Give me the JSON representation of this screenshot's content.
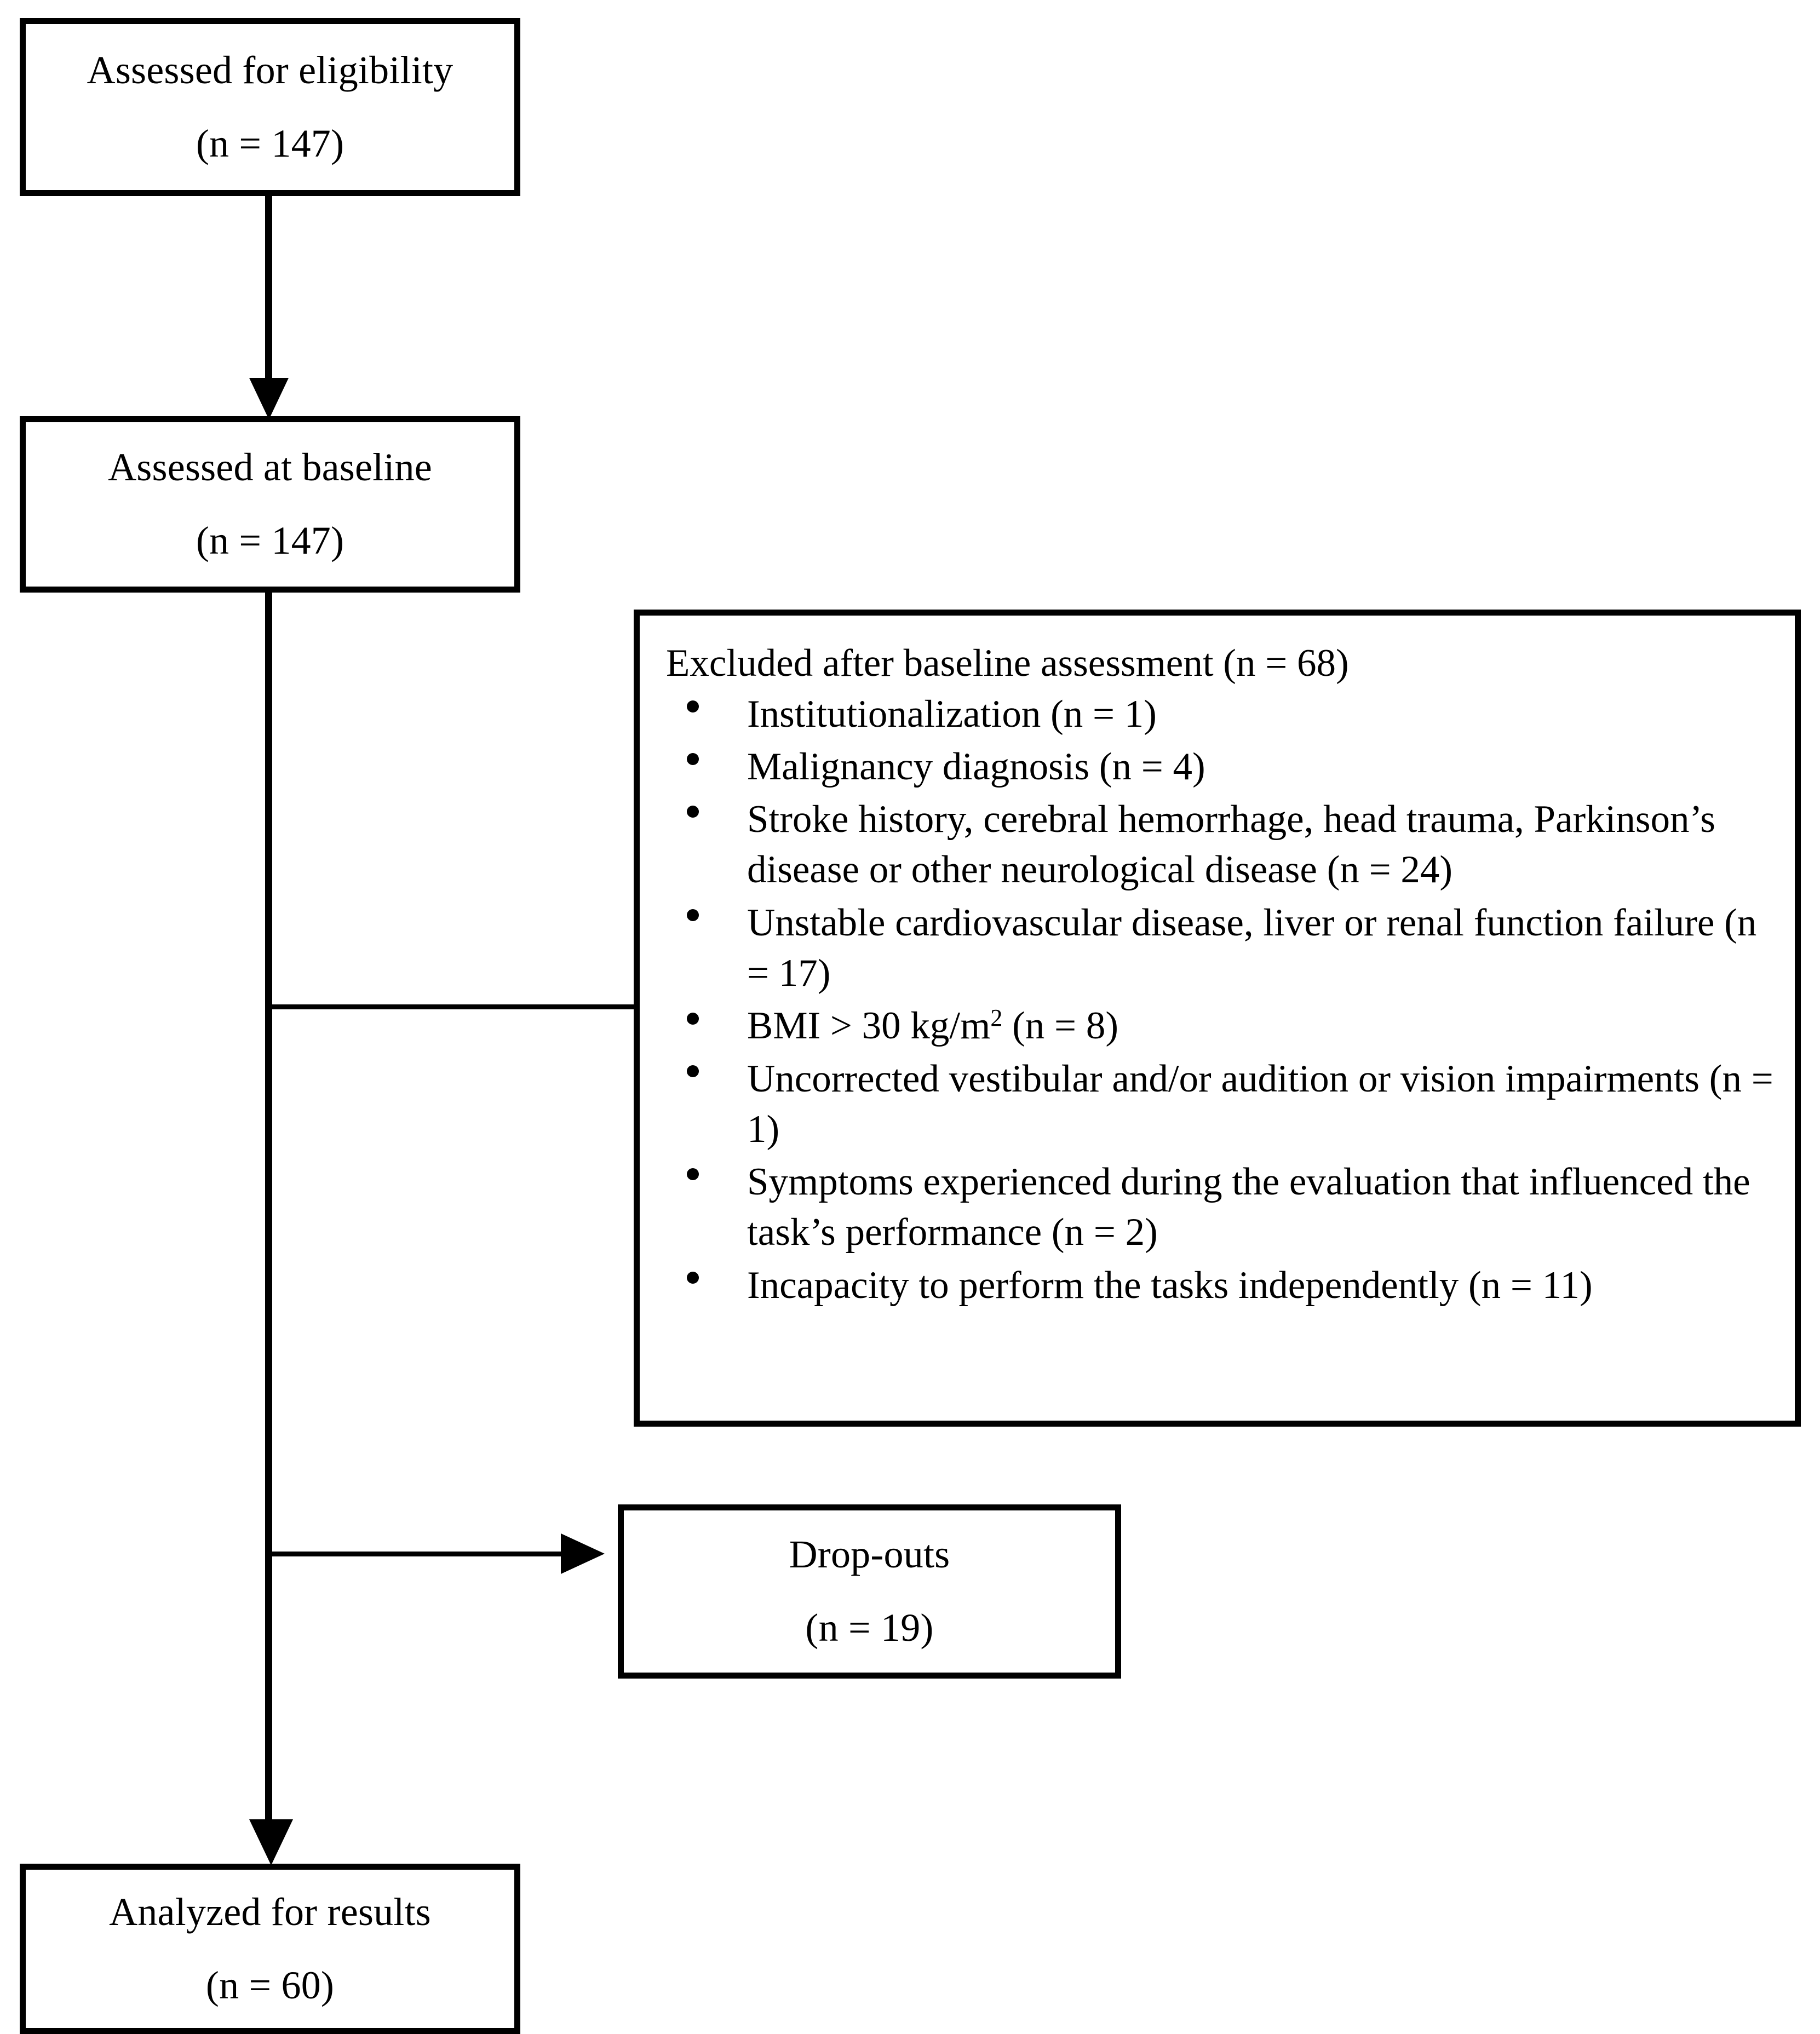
{
  "figure": {
    "type": "participant-flow-diagram",
    "colors": {
      "stroke": "#000000",
      "background": "#ffffff",
      "text": "#000000"
    }
  },
  "nodes": {
    "eligibility": {
      "title": "Assessed for eligibility",
      "count": "(n = 147)"
    },
    "baseline": {
      "title": "Assessed at baseline",
      "count": "(n = 147)"
    },
    "dropouts": {
      "title": "Drop-outs",
      "count": "(n = 19)"
    },
    "analyzed": {
      "title": "Analyzed for results",
      "count": "(n = 60)"
    }
  },
  "excluded": {
    "heading": "Excluded after baseline assessment (n = 68)",
    "items": [
      "Institutionalization (n = 1)",
      "Malignancy diagnosis (n = 4)",
      "Stroke history, cerebral hemorrhage, head trauma, Parkinson’s disease or other neurological disease (n = 24)",
      "Unstable cardiovascular disease, liver or renal function failure (n = 17)",
      "BMI > 30 kg/m² (n = 8)",
      "Uncorrected vestibular and/or audition or vision impairments (n = 1)",
      "Symptoms experienced during the evaluation that influenced the task’s performance (n = 2)",
      "Incapacity to perform the tasks independently (n = 11)"
    ]
  },
  "connectors": {
    "eligibility_to_baseline": "arrow-down",
    "baseline_to_excluded": "arrow-right",
    "baseline_to_dropouts": "arrow-right",
    "baseline_to_analyzed": "arrow-down"
  }
}
